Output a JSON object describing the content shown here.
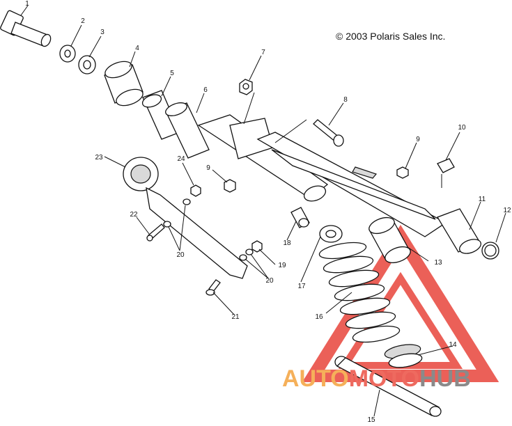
{
  "copyright": "© 2003 Polaris Sales Inc.",
  "watermark": {
    "text_part_1": "AUTO",
    "text_part_2": "MOTO",
    "text_part_3": "HUB",
    "color_part_1": "#f5b05a",
    "color_part_2": "#ee6a5f",
    "color_part_3": "#8a8a8a",
    "triangle_color": "#e8453c"
  },
  "callouts": {
    "c1": "1",
    "c2": "2",
    "c3": "3",
    "c4": "4",
    "c5": "5",
    "c6": "6",
    "c7": "7",
    "c8": "8",
    "c9a": "9",
    "c9b": "9",
    "c10": "10",
    "c11": "11",
    "c12": "12",
    "c13": "13",
    "c14": "14",
    "c15": "15",
    "c16": "16",
    "c17": "17",
    "c18": "18",
    "c19": "19",
    "c20a": "20",
    "c20b": "20",
    "c21": "21",
    "c22": "22",
    "c23": "23",
    "c24": "24"
  }
}
